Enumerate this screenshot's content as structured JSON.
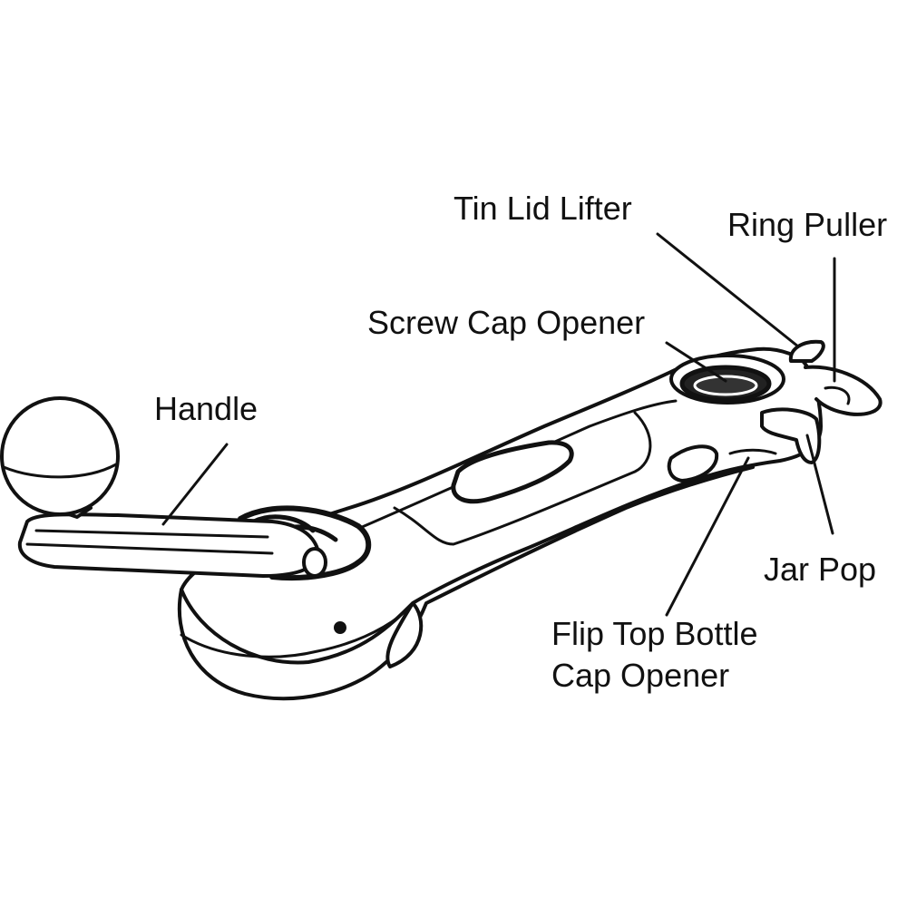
{
  "diagram": {
    "labels": {
      "tin_lid_lifter": "Tin Lid Lifter",
      "ring_puller": "Ring Puller",
      "screw_cap_opener": "Screw Cap Opener",
      "handle": "Handle",
      "jar_pop": "Jar Pop",
      "flip_top_line1": "Flip Top Bottle",
      "flip_top_line2": "Cap Opener"
    },
    "colors": {
      "line": "#111111",
      "fill": "#ffffff"
    }
  }
}
